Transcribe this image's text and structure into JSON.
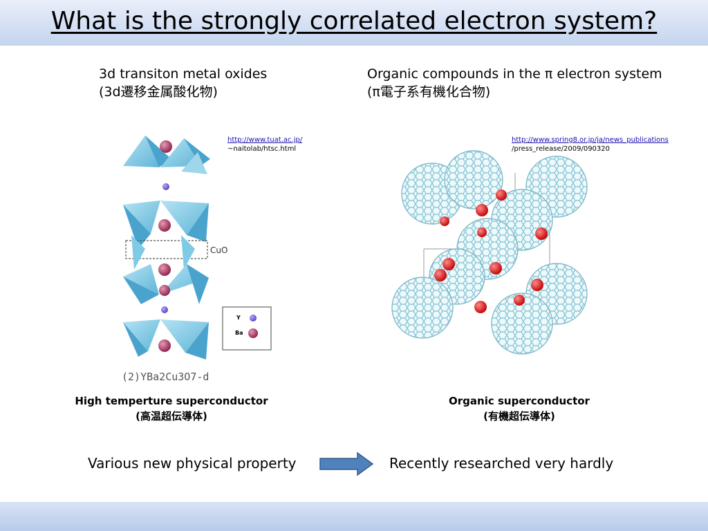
{
  "slide": {
    "title": "What is the strongly correlated electron system?"
  },
  "left": {
    "heading_line1": "3d transiton metal oxides",
    "heading_line2": "(3d遷移金属酸化物)",
    "link_line1": "http://www.tuat.ac.jp/",
    "link_line2": "~naitolab/htsc.html",
    "figure_cuo_label": "CuO",
    "figure_legend_y": "Y",
    "figure_legend_ba": "Ba",
    "figure_caption": "(2)YBa2Cu3O7-d",
    "caption_line1": "High temperture superconductor",
    "caption_line2": "(高温超伝導体)"
  },
  "right": {
    "heading_line1": "Organic compounds in the π electron system",
    "heading_line2": "(π電子系有機化合物)",
    "link_line1": "http://www.spring8.or.jp/ja/news_publications",
    "link_line2": "/press_release/2009/090320",
    "caption_line1": "Organic superconductor",
    "caption_line2": "(有機超伝導体)"
  },
  "bottom": {
    "left_text": "Various new physical property",
    "right_text": "Recently researched very hardly"
  },
  "colors": {
    "title_band_top": "#e9effa",
    "title_band_bottom": "#c4d4ef",
    "arrow_fill": "#4f81bd",
    "arrow_stroke": "#385d8a",
    "polyhedra": "#7fcbe6",
    "cu_atom": "#b0305a",
    "y_atom": "#7d5ce0",
    "fullerene": "#a9d8e4",
    "k_atom": "#e01818"
  },
  "icons": {
    "arrow": "right-arrow-icon"
  }
}
